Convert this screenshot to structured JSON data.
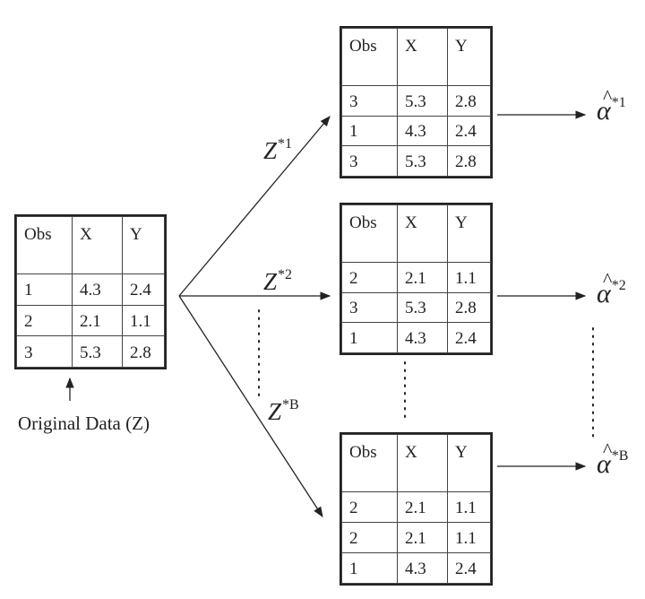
{
  "original": {
    "caption": "Original Data (Z)",
    "headers": [
      "Obs",
      "X",
      "Y"
    ],
    "rows": [
      [
        "1",
        "4.3",
        "2.4"
      ],
      [
        "2",
        "2.1",
        "1.1"
      ],
      [
        "3",
        "5.3",
        "2.8"
      ]
    ]
  },
  "bootstrap_sets": [
    {
      "label_main": "Z",
      "label_sup": "*1",
      "estimate_symbol": "α",
      "estimate_sup": "*1",
      "headers": [
        "Obs",
        "X",
        "Y"
      ],
      "rows": [
        [
          "3",
          "5.3",
          "2.8"
        ],
        [
          "1",
          "4.3",
          "2.4"
        ],
        [
          "3",
          "5.3",
          "2.8"
        ]
      ]
    },
    {
      "label_main": "Z",
      "label_sup": "*2",
      "estimate_symbol": "α",
      "estimate_sup": "*2",
      "headers": [
        "Obs",
        "X",
        "Y"
      ],
      "rows": [
        [
          "2",
          "2.1",
          "1.1"
        ],
        [
          "3",
          "5.3",
          "2.8"
        ],
        [
          "1",
          "4.3",
          "2.4"
        ]
      ]
    },
    {
      "label_main": "Z",
      "label_sup": "*B",
      "estimate_symbol": "α",
      "estimate_sup": "*B",
      "headers": [
        "Obs",
        "X",
        "Y"
      ],
      "rows": [
        [
          "2",
          "2.1",
          "1.1"
        ],
        [
          "2",
          "2.1",
          "1.1"
        ],
        [
          "1",
          "4.3",
          "2.4"
        ]
      ]
    }
  ],
  "colors": {
    "ink": "#222222",
    "background": "#ffffff"
  }
}
